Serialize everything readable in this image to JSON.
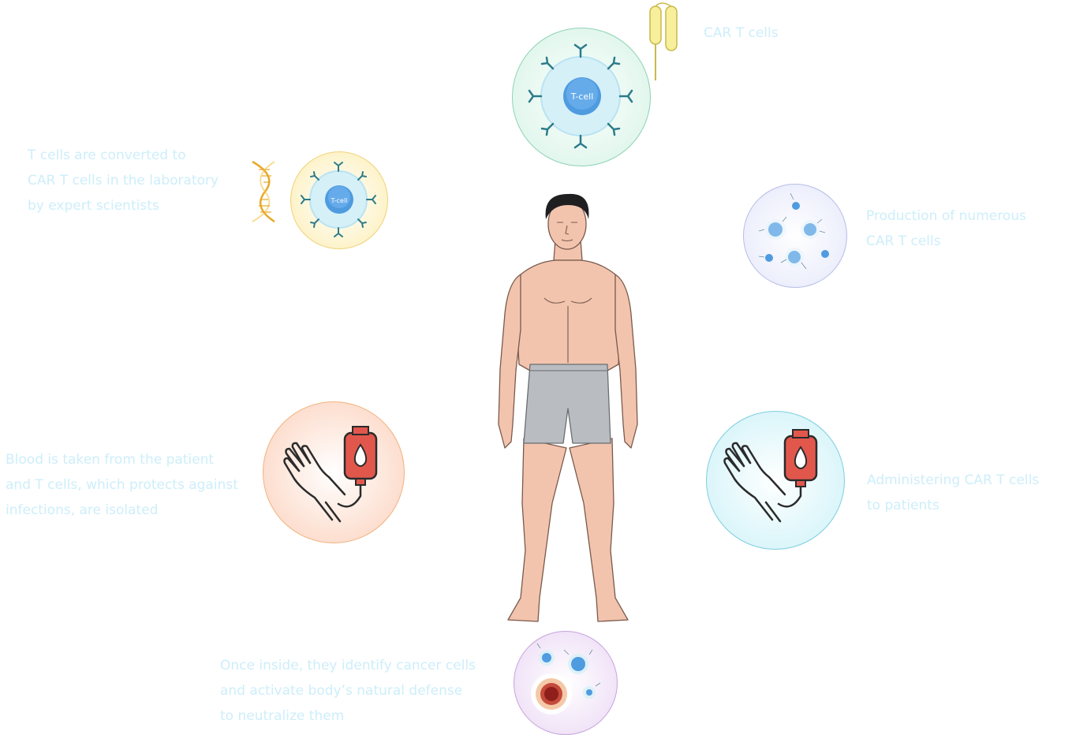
{
  "steps": {
    "car_t": {
      "lines": [
        "CAR T cells"
      ]
    },
    "conversion": {
      "lines": [
        "T cells are converted to",
        "CAR T cells in the laboratory",
        "by expert scientists"
      ]
    },
    "production": {
      "lines": [
        "Production of numerous",
        "CAR T cells"
      ]
    },
    "blood": {
      "lines": [
        "Blood is taken from the patient",
        "and T cells, which protects against",
        "infections, are isolated"
      ]
    },
    "administer": {
      "lines": [
        "Administering CAR T cells",
        "to patients"
      ]
    },
    "identify": {
      "lines": [
        "Once inside, they identify cancer cells",
        "and activate body’s natural defense",
        "to neutralize them"
      ]
    }
  },
  "cell_labels": {
    "tcell": "T-cell"
  },
  "colors": {
    "label_text": "#cdeefa",
    "green_circle": "#e3f7ef",
    "yellow_circle": "#fdf3c8",
    "lavender_circle": "#eceefc",
    "peach_circle": "#fde0d3",
    "cyan_circle": "#dff6fa",
    "purple_circle": "#f0e3f7",
    "blood_bag": "#e2574c",
    "cell_blue": "#3f8fd6",
    "receptor": "#2d7b8a",
    "skin": "#f2c4ae",
    "shorts": "#b9bcc0"
  }
}
